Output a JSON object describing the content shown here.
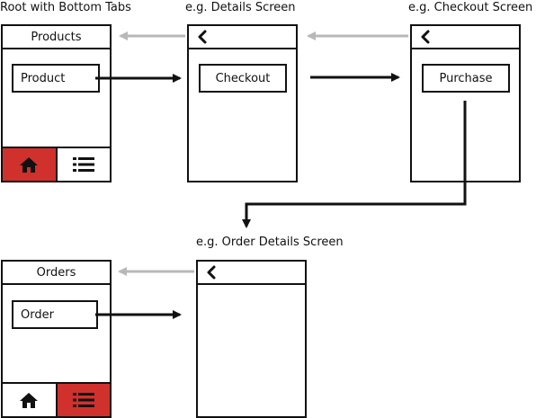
{
  "captions": {
    "root": "Root with Bottom Tabs",
    "details": "e.g. Details Screen",
    "checkout": "e.g. Checkout Screen",
    "order_details": "e.g. Order Details Screen"
  },
  "screens": {
    "products": {
      "title": "Products",
      "item": "Product"
    },
    "details": {
      "button": "Checkout"
    },
    "checkout": {
      "button": "Purchase"
    },
    "orders": {
      "title": "Orders",
      "item": "Order"
    }
  },
  "icons": {
    "home": "home-icon",
    "list": "list-icon",
    "back": "chevron-left-icon"
  },
  "colors": {
    "active_tab": "#d0312d",
    "stroke": "#111111",
    "back_arrow": "#b8b8b8"
  }
}
